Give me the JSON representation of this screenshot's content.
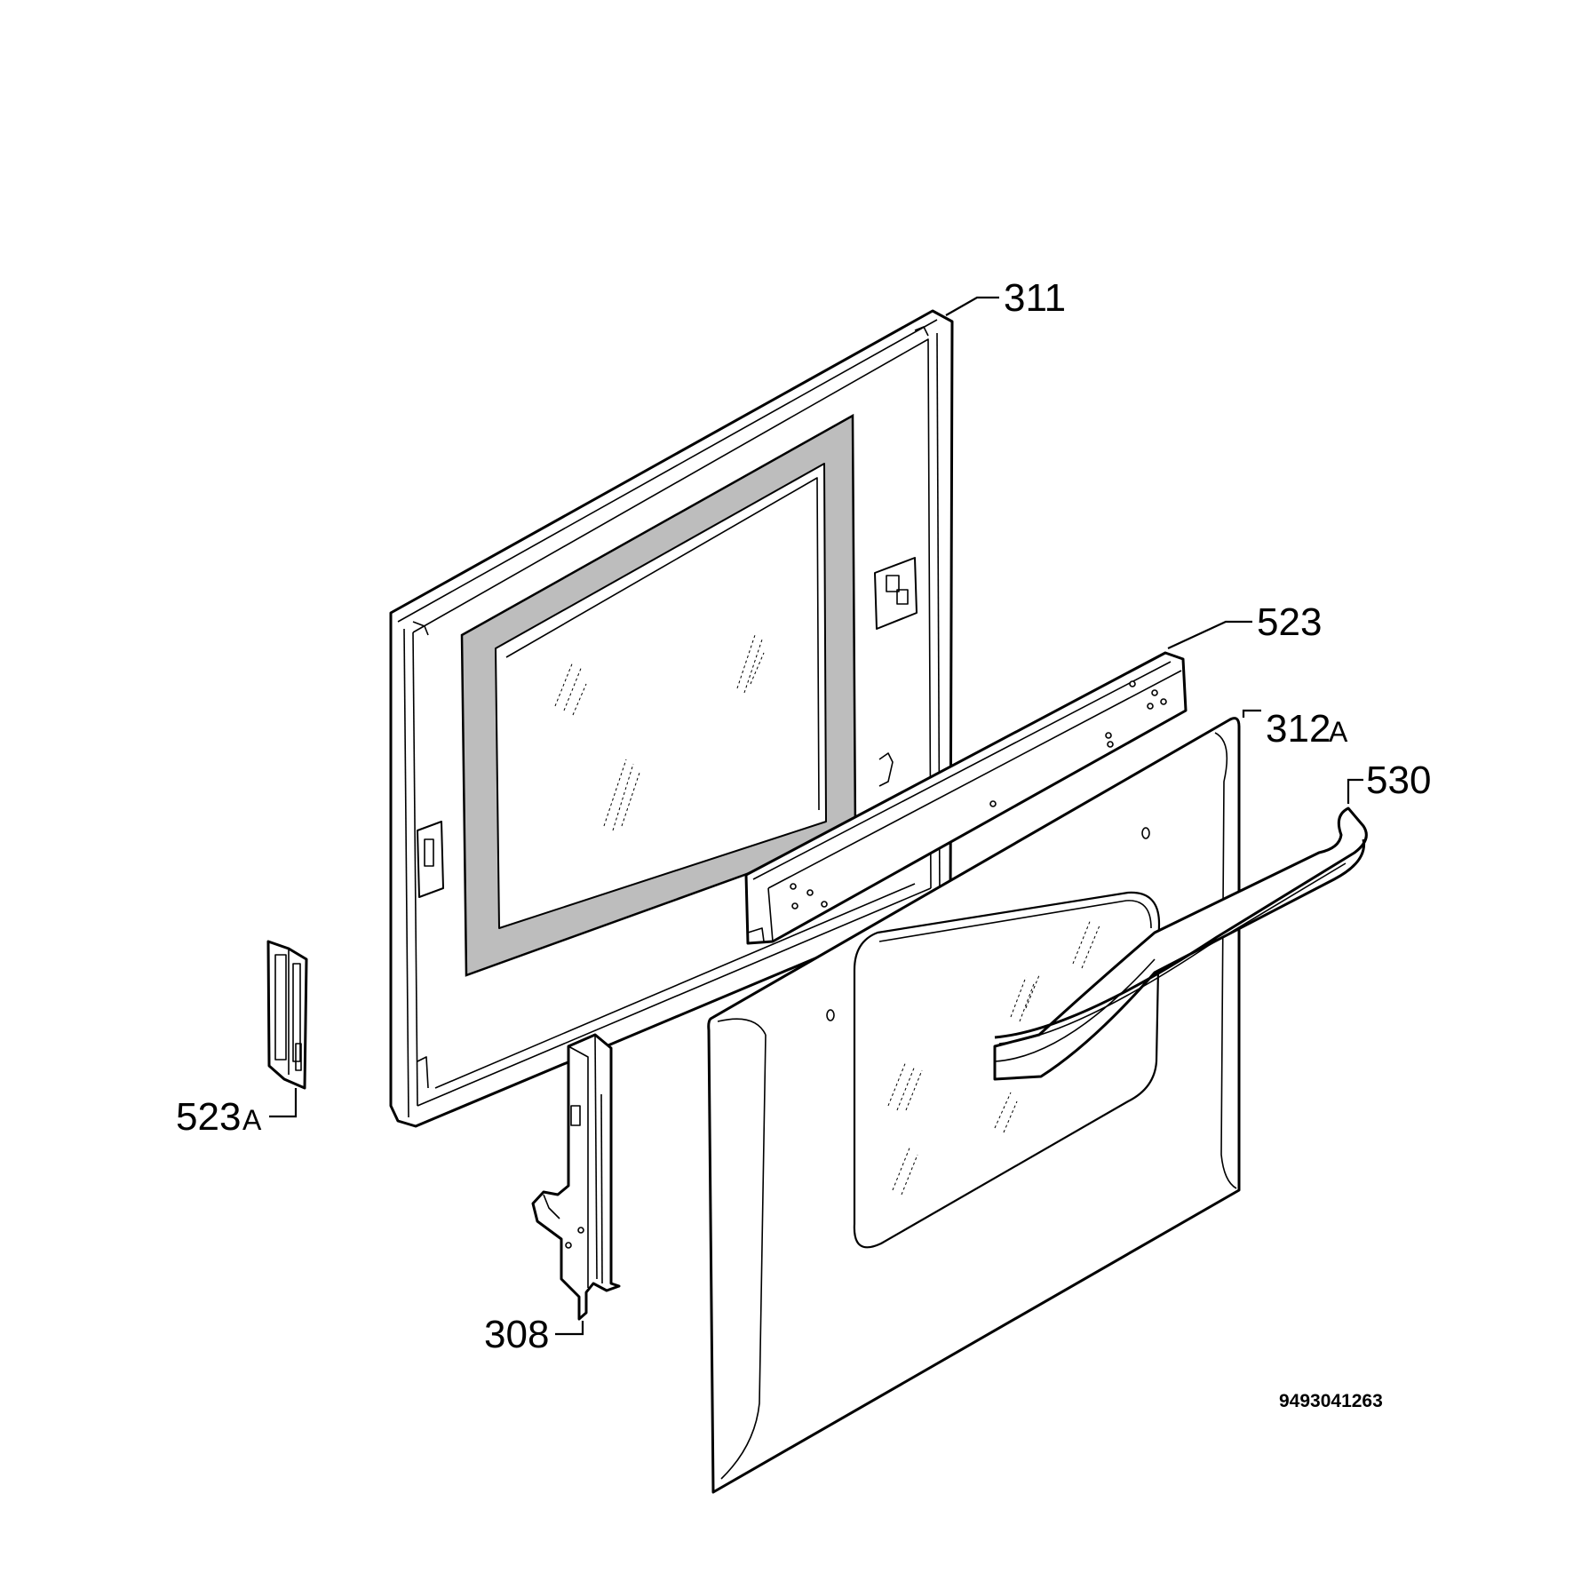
{
  "callouts": [
    {
      "id": "311",
      "number": "311",
      "suffix": ""
    },
    {
      "id": "523",
      "number": "523",
      "suffix": ""
    },
    {
      "id": "312a",
      "number": "312",
      "suffix": "A"
    },
    {
      "id": "530",
      "number": "530",
      "suffix": ""
    },
    {
      "id": "523a",
      "number": "523",
      "suffix": "A"
    },
    {
      "id": "308",
      "number": "308",
      "suffix": ""
    }
  ],
  "drawing_code": "9493041263"
}
